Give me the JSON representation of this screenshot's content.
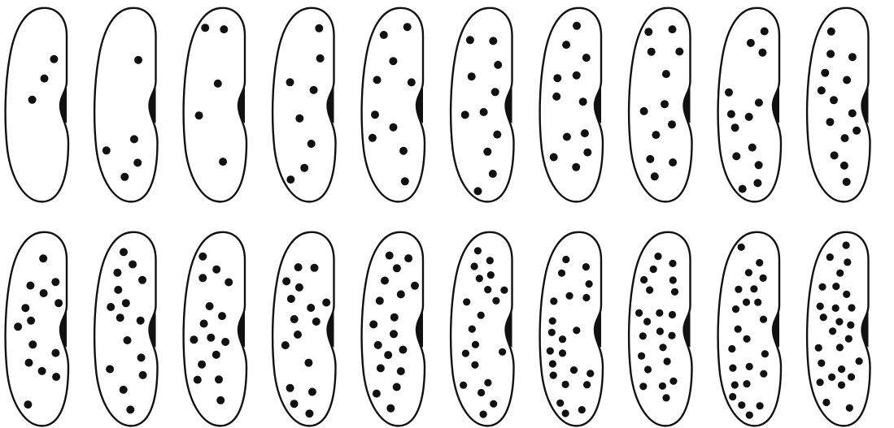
{
  "colors": {
    "background": "#ffffff",
    "ink": "#111111"
  },
  "figure": {
    "rows": [
      {
        "row_index": 1,
        "beans": [
          {
            "index": 1,
            "dot_count": 3
          },
          {
            "index": 2,
            "dot_count": 5
          },
          {
            "index": 3,
            "dot_count": 5
          },
          {
            "index": 4,
            "dot_count": 8
          },
          {
            "index": 5,
            "dot_count": 10
          },
          {
            "index": 6,
            "dot_count": 11
          },
          {
            "index": 7,
            "dot_count": 12
          },
          {
            "index": 8,
            "dot_count": 12
          },
          {
            "index": 9,
            "dot_count": 13
          },
          {
            "index": 10,
            "dot_count": 14
          }
        ]
      },
      {
        "row_index": 2,
        "beans": [
          {
            "index": 1,
            "dot_count": 14
          },
          {
            "index": 2,
            "dot_count": 15
          },
          {
            "index": 3,
            "dot_count": 15
          },
          {
            "index": 4,
            "dot_count": 16
          },
          {
            "index": 5,
            "dot_count": 18
          },
          {
            "index": 6,
            "dot_count": 20
          },
          {
            "index": 7,
            "dot_count": 22
          },
          {
            "index": 8,
            "dot_count": 22
          },
          {
            "index": 9,
            "dot_count": 23
          },
          {
            "index": 10,
            "dot_count": 26
          }
        ]
      }
    ]
  }
}
